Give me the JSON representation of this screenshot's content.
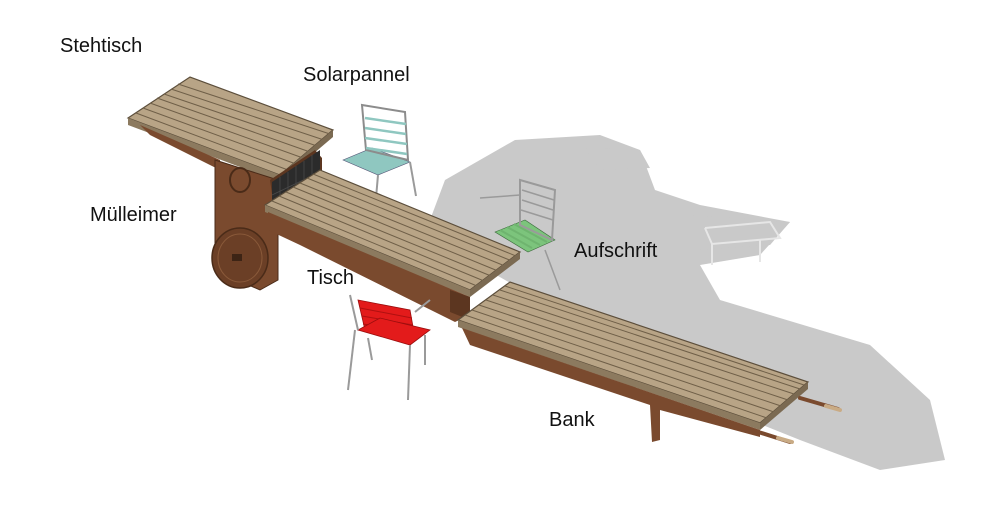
{
  "labels": {
    "stehtisch": "Stehtisch",
    "solarpannel": "Solarpannel",
    "muelleimer": "Mülleimer",
    "tisch": "Tisch",
    "aufschrift": "Aufschrift",
    "bank": "Bank"
  },
  "colors": {
    "background": "#ffffff",
    "shadow": "#c9c9c9",
    "wood_top": "#b8a486",
    "wood_slat_line": "#6f5f48",
    "rust_steel": "#7a4a2e",
    "rust_dark": "#5c3620",
    "solar_panel": "#2b2b2b",
    "chair_red": "#e31b1b",
    "chair_green": "#7cc47c",
    "chair_teal": "#8fc7c0",
    "chair_frame": "#9a9a9a"
  },
  "icons": {
    "bin": "round-lid-icon",
    "wheel": "wheel-icon"
  }
}
